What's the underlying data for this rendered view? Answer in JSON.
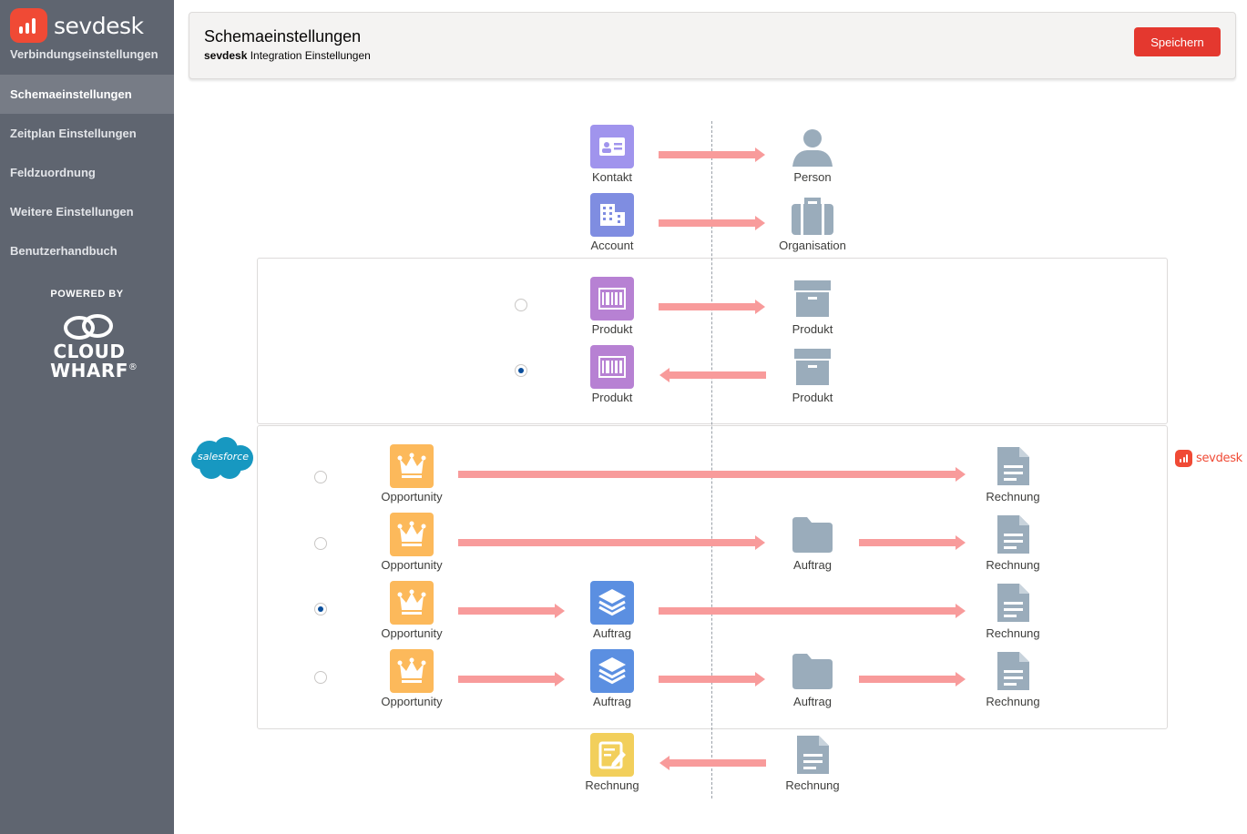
{
  "brand": {
    "name": "sevdesk"
  },
  "sidebar": {
    "items": [
      {
        "label": "Verbindungseinstellungen"
      },
      {
        "label": "Schemaeinstellungen"
      },
      {
        "label": "Zeitplan Einstellungen"
      },
      {
        "label": "Feldzuordnung"
      },
      {
        "label": "Weitere Einstellungen"
      },
      {
        "label": "Benutzerhandbuch"
      }
    ],
    "active_index": 1,
    "powered_by": "POWERED BY",
    "partner_line1": "CLOUD",
    "partner_line2": "WHARF",
    "partner_mark": "®"
  },
  "header": {
    "title": "Schemaeinstellungen",
    "subtitle_brand": "sevdesk",
    "subtitle_rest": "Integration Einstellungen",
    "save_label": "Speichern"
  },
  "logos": {
    "left": "salesforce",
    "right": "sevdesk"
  },
  "colors": {
    "accent": "#e4382f",
    "arrow": "#f89b9b",
    "sidebar": "#5f6570",
    "radio_checked": "#0b4f9c"
  },
  "scheme": {
    "contact_row": {
      "left": "Kontakt",
      "right": "Person",
      "direction": "right"
    },
    "account_row": {
      "left": "Account",
      "right": "Organisation",
      "direction": "right"
    },
    "product_rows": [
      {
        "left": "Produkt",
        "right": "Produkt",
        "direction": "right",
        "selected": false
      },
      {
        "left": "Produkt",
        "right": "Produkt",
        "direction": "left",
        "selected": true
      }
    ],
    "opportunity_rows": [
      {
        "source": "Opportunity",
        "target": "Rechnung",
        "selected": false
      },
      {
        "source": "Opportunity",
        "middle_right": "Auftrag",
        "target": "Rechnung",
        "selected": false
      },
      {
        "source": "Opportunity",
        "middle_left": "Auftrag",
        "target": "Rechnung",
        "selected": true
      },
      {
        "source": "Opportunity",
        "middle_left": "Auftrag",
        "middle_right": "Auftrag",
        "target": "Rechnung",
        "selected": false
      }
    ],
    "invoice_row": {
      "left": "Rechnung",
      "right": "Rechnung",
      "direction": "left"
    }
  }
}
